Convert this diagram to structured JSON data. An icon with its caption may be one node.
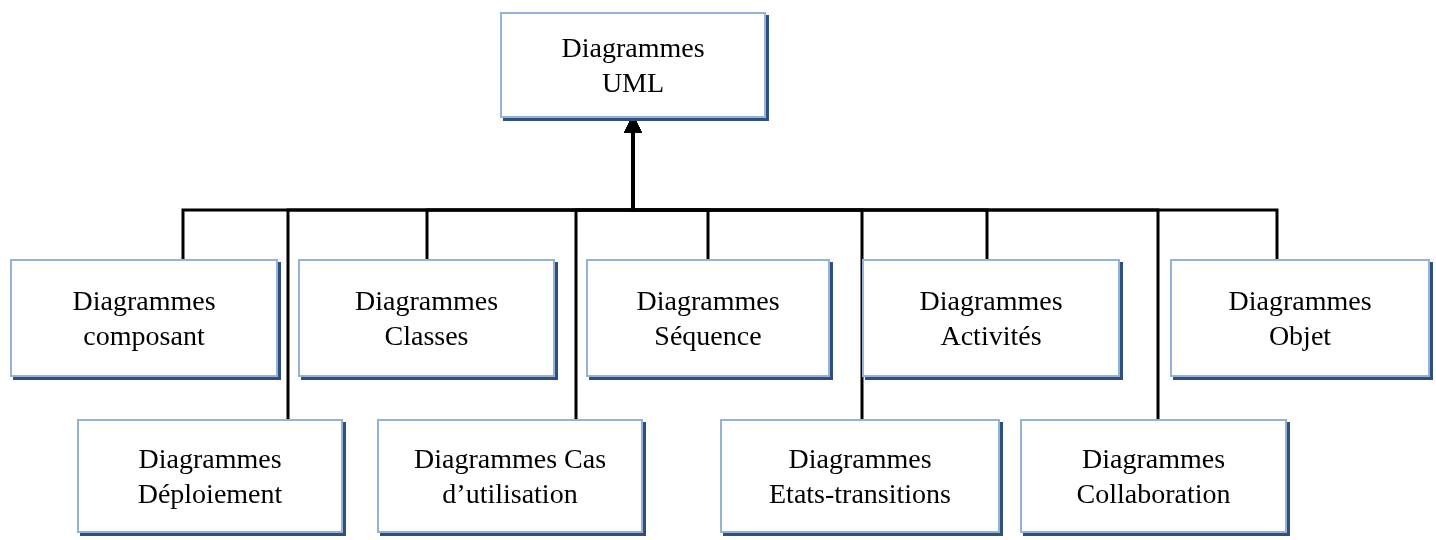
{
  "diagram": {
    "nodes": [
      {
        "text": [
          "Diagrammes UML"
        ]
      },
      {
        "text": [
          "Diagrammes composant"
        ]
      },
      {
        "text": [
          "Diagrammes Classes"
        ]
      },
      {
        "text": [
          "Diagrammes Séquence"
        ]
      },
      {
        "text": [
          "Diagrammes Activités"
        ]
      },
      {
        "text": [
          "Diagrammes Objet"
        ]
      },
      {
        "text": [
          "Diagrammes Déploiement"
        ]
      },
      {
        "text": [
          "Diagrammes Cas d’utilisation"
        ]
      },
      {
        "text": [
          "Diagrammes Etats-transitions"
        ]
      },
      {
        "text": [
          "Diagrammes Collaboration"
        ]
      }
    ],
    "edges": [
      {
        "from": 1,
        "to": 0,
        "arrow": "to"
      },
      {
        "from": 2,
        "to": 0,
        "arrow": "to"
      },
      {
        "from": 3,
        "to": 0,
        "arrow": "to"
      },
      {
        "from": 4,
        "to": 0,
        "arrow": "to"
      },
      {
        "from": 5,
        "to": 0,
        "arrow": "to"
      },
      {
        "from": 6,
        "to": 0,
        "arrow": "to"
      },
      {
        "from": 7,
        "to": 0,
        "arrow": "to"
      },
      {
        "from": 8,
        "to": 0,
        "arrow": "to"
      },
      {
        "from": 9,
        "to": 0,
        "arrow": "to"
      }
    ]
  }
}
